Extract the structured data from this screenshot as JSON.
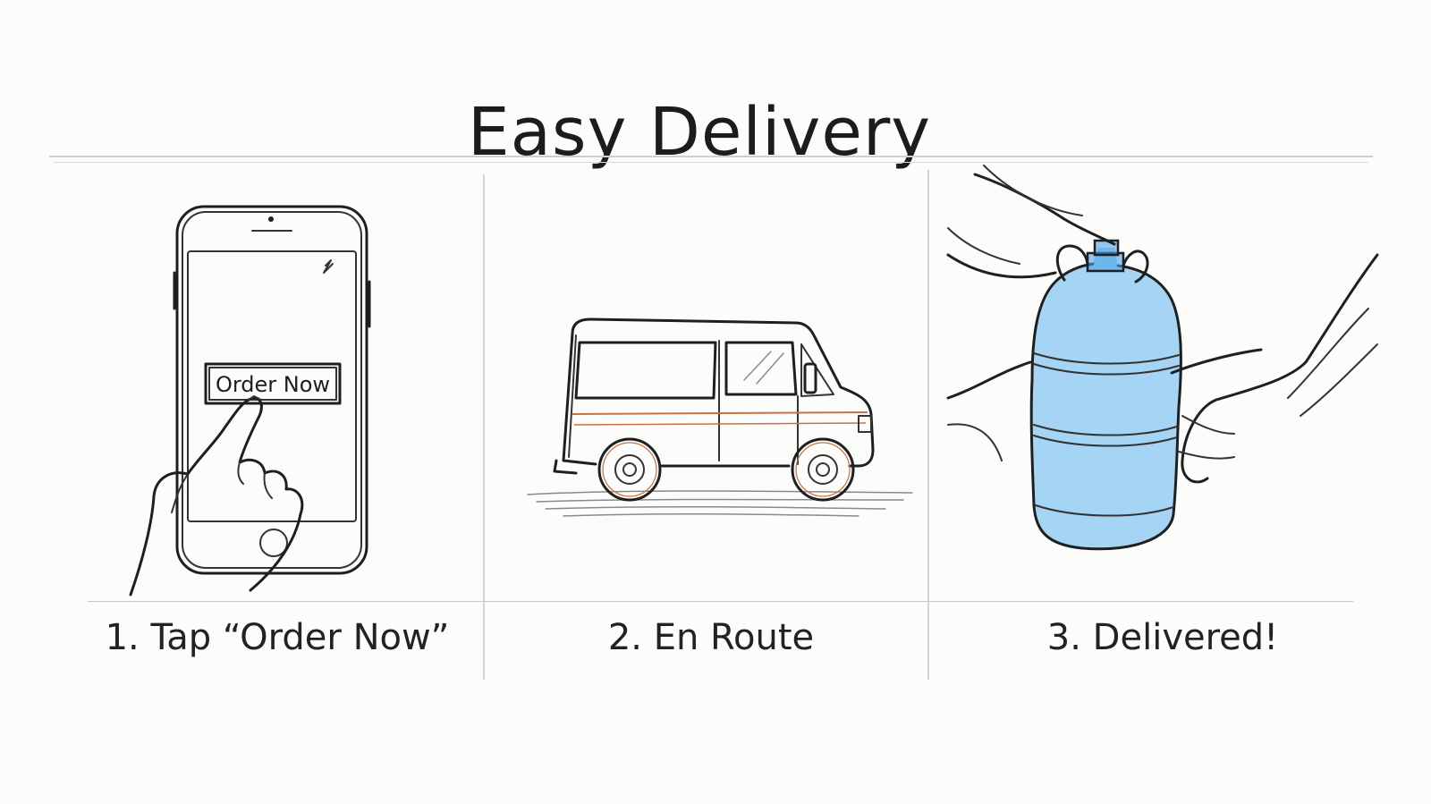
{
  "title": "Easy Delivery",
  "steps": [
    {
      "label": "1. Tap “Order Now”",
      "illustration": "phone-tap-icon"
    },
    {
      "label": "2. En Route",
      "illustration": "delivery-van-icon"
    },
    {
      "label": "3. Delivered!",
      "illustration": "water-jug-handoff-icon"
    }
  ],
  "phone": {
    "button_label": "Order Now"
  },
  "colors": {
    "ink": "#1f1f1f",
    "water": "#4aa3e6",
    "van_stripe": "#c9713f"
  }
}
